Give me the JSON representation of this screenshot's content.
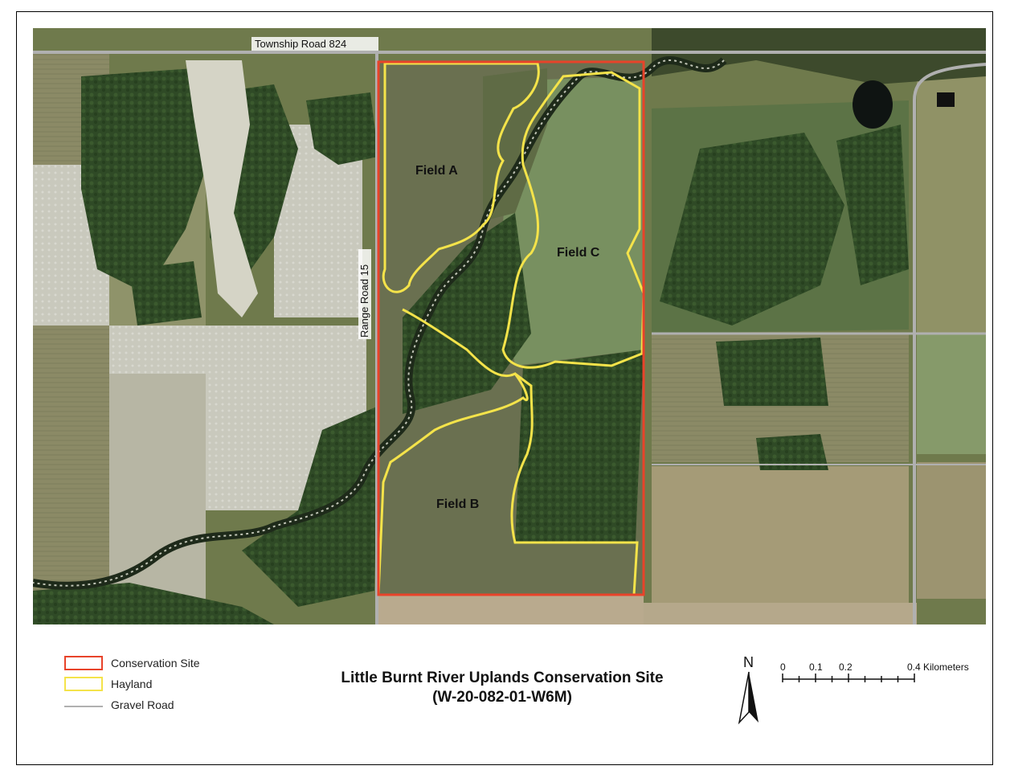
{
  "map": {
    "roads": {
      "north": "Township Road 824",
      "west": "Range Road 15"
    },
    "fields": [
      "Field A",
      "Field B",
      "Field C"
    ]
  },
  "legend": {
    "items": [
      {
        "label": "Conservation Site",
        "color": "#e8432a",
        "kind": "outline"
      },
      {
        "label": "Hayland",
        "color": "#f4e34a",
        "kind": "outline"
      },
      {
        "label": "Gravel Road",
        "color": "#b0b0b0",
        "kind": "line"
      }
    ]
  },
  "title": {
    "line1": "Little Burnt River Uplands Conservation Site",
    "line2": "(W-20-082-01-W6M)"
  },
  "north_arrow": {
    "label": "N"
  },
  "scale_bar": {
    "ticks": [
      "0",
      "0.1",
      "0.2",
      "0.4 Kilometers"
    ]
  },
  "colors": {
    "site_boundary": "#e8432a",
    "hayland": "#f4e34a",
    "gravel_road": "#b0b0b0"
  }
}
